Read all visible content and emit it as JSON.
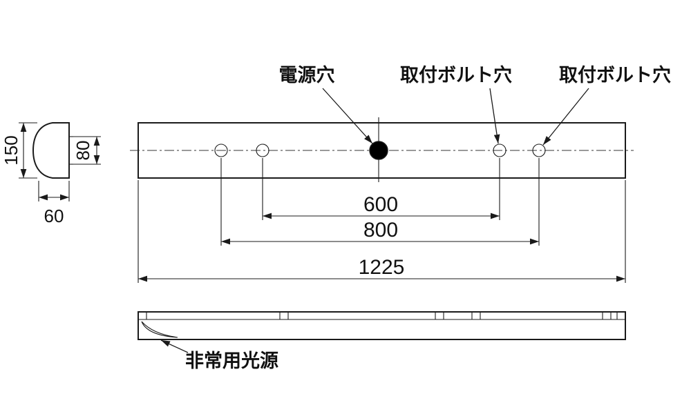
{
  "drawing": {
    "top_labels": {
      "power_hole": "電源穴",
      "mount_bolt_hole_left": "取付ボルト穴",
      "mount_bolt_hole_right": "取付ボルト穴"
    },
    "side_view_dimensions": {
      "overall_height": "150",
      "inner_height": "80",
      "width": "60"
    },
    "plan_view_dimensions": {
      "bolt_hole_span_inner": "600",
      "bolt_hole_span_outer": "800",
      "overall_length": "1225"
    },
    "bottom_view_labels": {
      "emergency_light_source": "非常用光源"
    },
    "colors": {
      "line": "#1a1a1a",
      "power_hole_fill": "#000000",
      "background": "#ffffff"
    }
  }
}
